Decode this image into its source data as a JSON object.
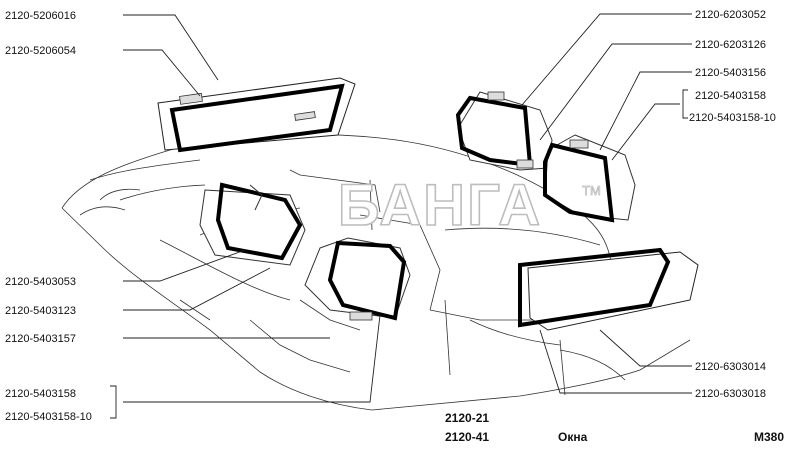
{
  "callouts": {
    "top_left_1": "2120-5206016",
    "top_left_2": "2120-5206054",
    "top_right_1": "2120-6203052",
    "top_right_2": "2120-6203126",
    "top_right_3": "2120-5403156",
    "top_right_4a": "2120-5403158",
    "top_right_4b": "2120-5403158-10",
    "left_1": "2120-5403053",
    "left_2": "2120-5403123",
    "left_3": "2120-5403157",
    "bottom_left_a": "2120-5403158",
    "bottom_left_b": "2120-5403158-10",
    "bottom_right_1": "2120-6303014",
    "bottom_right_2": "2120-6303018"
  },
  "footer": {
    "model_1": "2120-21",
    "model_2": "2120-41",
    "title": "Окна",
    "code": "M380"
  },
  "watermark": {
    "text": "БАНГА",
    "tm": "TM"
  }
}
